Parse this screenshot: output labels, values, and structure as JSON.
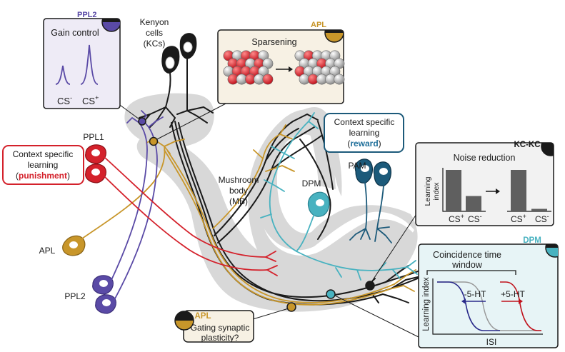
{
  "labels": {
    "ppl2_tag": "PPL2",
    "apl_tag_top": "APL",
    "kckc_tag": "KC-KC",
    "dpm_tag": "DPM",
    "apl_tag_bottom": "APL",
    "kenyon_line1": "Kenyon",
    "kenyon_line2": "cells",
    "kenyon_line3": "(KCs)",
    "ppl1": "PPL1",
    "apl_left": "APL",
    "ppl2_left": "PPL2",
    "mb_line1": "Mushroom",
    "mb_line2": "body",
    "mb_line3": "(MB)",
    "dpm": "DPM",
    "pam": "PAM"
  },
  "boxes": {
    "gain": {
      "title": "Gain control",
      "cs_minus": "CS",
      "cs_plus": "CS",
      "sup_minus": "-",
      "sup_plus": "+"
    },
    "sparse": {
      "title": "Sparsening"
    },
    "punish": {
      "line1": "Context specific",
      "line2": "learning",
      "paren_open": "(",
      "highlight": "punishment",
      "paren_close": ")"
    },
    "reward": {
      "line1": "Context specific",
      "line2": "learning",
      "paren_open": "(",
      "highlight": "reward",
      "paren_close": ")"
    },
    "noise": {
      "title": "Noise reduction",
      "ylabel_line1": "Learning",
      "ylabel_line2": "index",
      "cs": "CS",
      "sup_plus": "+",
      "sup_minus": "-"
    },
    "coinc": {
      "title_line1": "Coincidence time",
      "title_line2": "window",
      "ylabel": "Learning index",
      "minus_label": "-5-HT",
      "plus_label": "+5-HT",
      "xlabel": "ISI"
    },
    "gating": {
      "line1": "Gating synaptic",
      "line2": "plasticity?"
    }
  },
  "colors": {
    "ppl2": "#5a4aa6",
    "apl": "#c8962a",
    "ppl1": "#d4212b",
    "dpm": "#48b2c0",
    "pam": "#1c5a7a",
    "kc": "#1a1a1a",
    "shade": "#d8d8d8",
    "reward_text": "#1f6f9a"
  },
  "noise_chart": {
    "type": "bar",
    "categories": [
      "CS+",
      "CS-",
      "CS+",
      "CS-"
    ],
    "values": [
      1.0,
      0.37,
      1.0,
      0.06
    ]
  }
}
